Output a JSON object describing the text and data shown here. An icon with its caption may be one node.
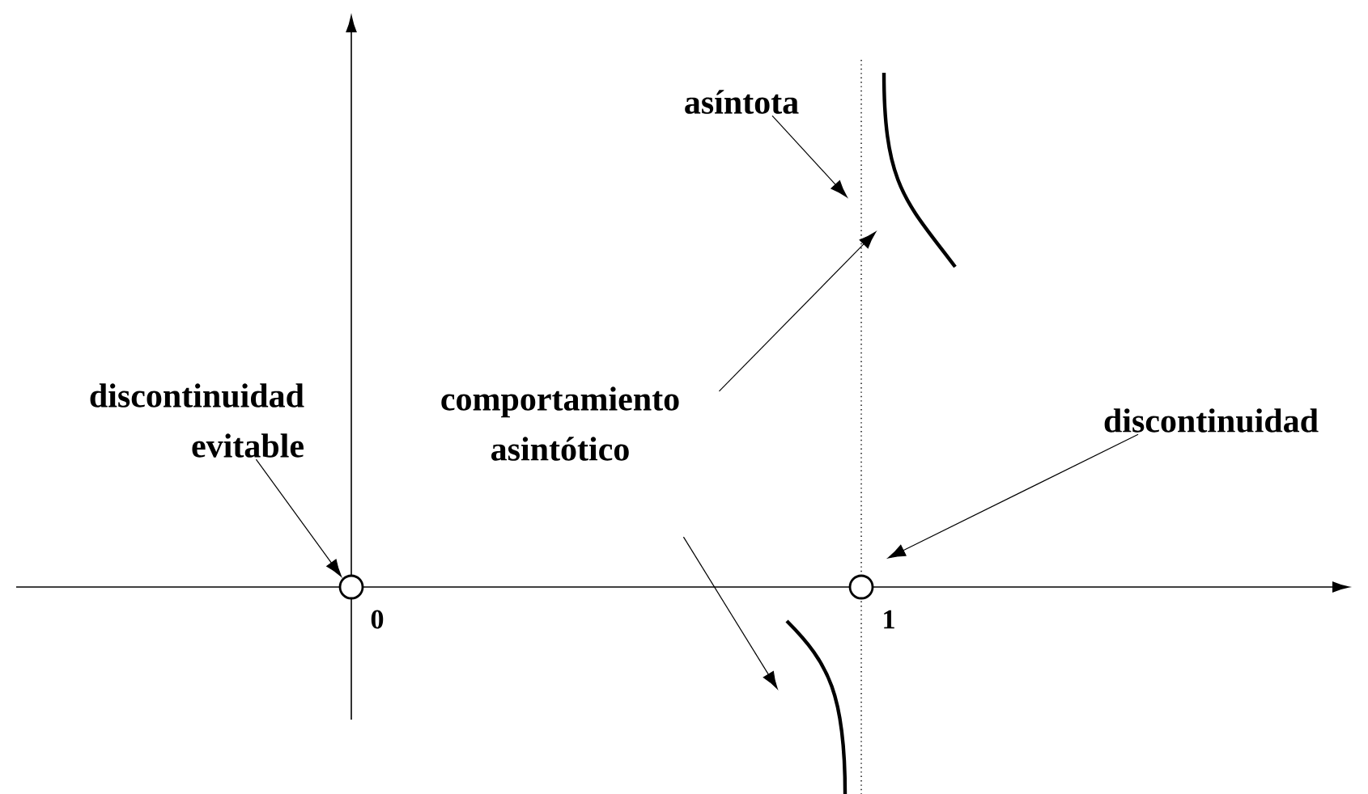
{
  "diagram": {
    "nodes": [
      {
        "text": [
          "discontinuidad evitable"
        ]
      },
      {
        "text": [],
        "shape": "circle"
      },
      {
        "text": [
          "asíntota"
        ]
      },
      {
        "text": [],
        "shape": "line"
      },
      {
        "text": [
          "comportamiento asintótico"
        ]
      },
      {
        "text": [],
        "shape": "curve"
      },
      {
        "text": [],
        "shape": "curve"
      },
      {
        "text": [
          "discontinuidad"
        ]
      },
      {
        "text": [],
        "shape": "circle"
      }
    ],
    "edges": [
      {
        "from": 0,
        "to": 1,
        "arrow": "to"
      },
      {
        "from": 2,
        "to": 3,
        "arrow": "to"
      },
      {
        "from": 4,
        "to": 5,
        "arrow": "to"
      },
      {
        "from": 4,
        "to": 6,
        "arrow": "to"
      },
      {
        "from": 7,
        "to": 8,
        "arrow": "to"
      }
    ],
    "labels": [
      "0",
      "1"
    ]
  }
}
